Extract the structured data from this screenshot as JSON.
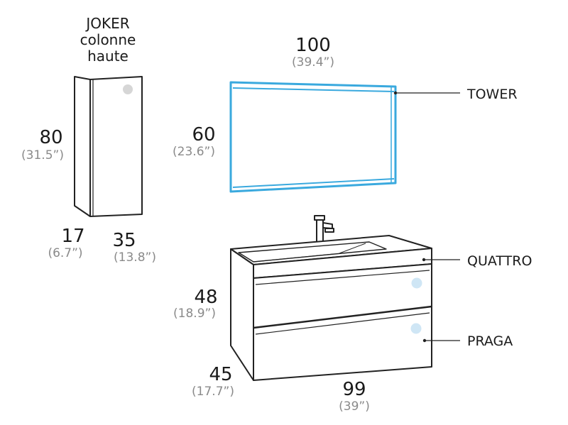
{
  "column": {
    "title_line1": "JOKER",
    "title_line2": "colonne",
    "title_line3": "haute",
    "height_cm": "80",
    "height_in": "(31.5”)",
    "depth_cm": "17",
    "depth_in": "(6.7”)",
    "width_cm": "35",
    "width_in": "(13.8”)"
  },
  "mirror": {
    "width_cm": "100",
    "width_in": "(39.4”)",
    "height_cm": "60",
    "height_in": "(23.6”)",
    "name": "TOWER",
    "frame_color": "#3aa9de"
  },
  "vanity": {
    "height_cm": "48",
    "height_in": "(18.9”)",
    "depth_cm": "45",
    "depth_in": "(17.7”)",
    "width_cm": "99",
    "width_in": "(39”)",
    "basin_name": "QUATTRO",
    "cabinet_name": "PRAGA",
    "knob_color": "#cfe6f5"
  }
}
